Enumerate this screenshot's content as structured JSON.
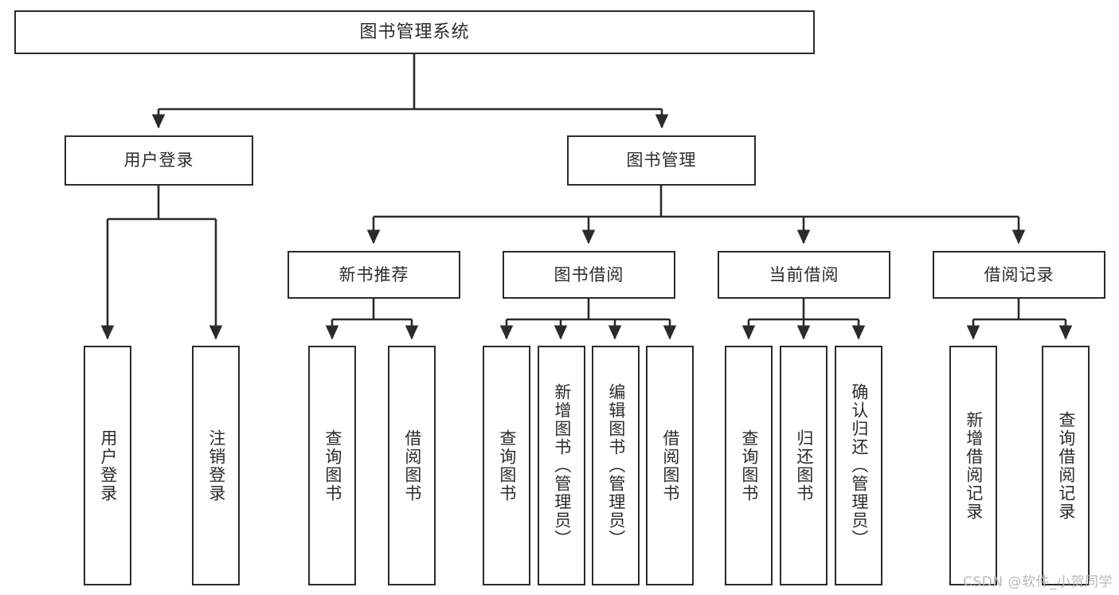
{
  "diagram": {
    "title": "图书管理系统",
    "type": "tree-hierarchy-diagram",
    "watermark": "CSDN @软件_小贺同学",
    "colors": {
      "box_border": "#2b2b2b",
      "box_fill": "#ffffff",
      "connector": "#2b2b2b",
      "background": "#ffffff",
      "watermark": "#b9b9b9"
    },
    "nodes": {
      "root": {
        "label": "图书管理系统"
      },
      "level2": [
        {
          "id": "user-login",
          "label": "用户登录"
        },
        {
          "id": "book-management",
          "label": "图书管理"
        }
      ],
      "level3": [
        {
          "id": "new-book-recommend",
          "label": "新书推荐"
        },
        {
          "id": "book-borrow",
          "label": "图书借阅"
        },
        {
          "id": "current-borrow",
          "label": "当前借阅"
        },
        {
          "id": "borrow-record",
          "label": "借阅记录"
        }
      ],
      "leaves": {
        "user_login": [
          {
            "id": "leaf-user-login",
            "label": "用户登录"
          },
          {
            "id": "leaf-logout-login",
            "label": "注销登录"
          }
        ],
        "new_book_recommend": [
          {
            "id": "leaf-query-book-1",
            "label": "查询图书"
          },
          {
            "id": "leaf-borrow-book-1",
            "label": "借阅图书"
          }
        ],
        "book_borrow": [
          {
            "id": "leaf-query-book-2",
            "label": "查询图书"
          },
          {
            "id": "leaf-add-book",
            "label": "新增图书（管理员）"
          },
          {
            "id": "leaf-edit-book",
            "label": "编辑图书（管理员）"
          },
          {
            "id": "leaf-borrow-book-2",
            "label": "借阅图书"
          }
        ],
        "current_borrow": [
          {
            "id": "leaf-query-book-3",
            "label": "查询图书"
          },
          {
            "id": "leaf-return-book",
            "label": "归还图书"
          },
          {
            "id": "leaf-confirm-return",
            "label": "确认归还（管理员）"
          }
        ],
        "borrow_record": [
          {
            "id": "leaf-add-record",
            "label": "新增借阅记录"
          },
          {
            "id": "leaf-query-record",
            "label": "查询借阅记录"
          }
        ]
      }
    }
  }
}
